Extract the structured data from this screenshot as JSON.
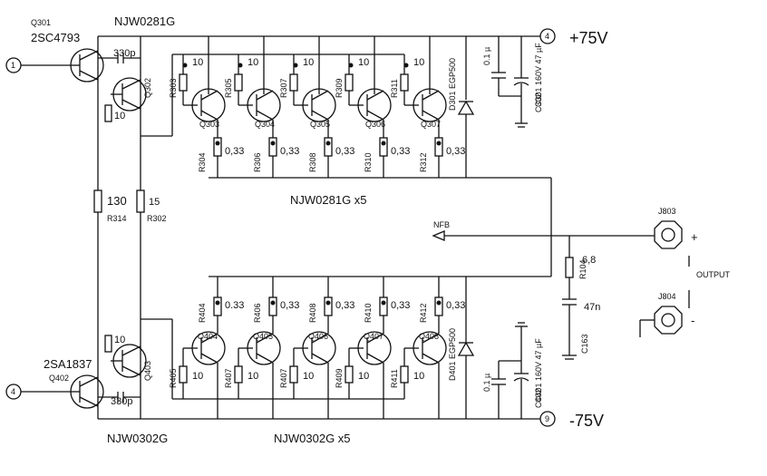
{
  "labels": {
    "q301_ref": "Q301",
    "q301_part": "2SC4793",
    "q302_part": "NJW0281G",
    "q302_ref": "Q302",
    "pos_rail": "+75V",
    "neg_rail": "-75V",
    "cap_330p_top": "330p",
    "cap_330p_bot": "330p",
    "r_10_top": "10",
    "r_10_bot": "10",
    "r314_val": "130",
    "r314_ref": "R314",
    "r302_val": "15",
    "r302_ref": "R302",
    "q402_part": "2SA1837",
    "q402_ref": "Q402",
    "q403_part": "NJW0302G",
    "q403_ref": "Q403",
    "top_array": "NJW0281G x5",
    "bot_array": "NJW0302G x5",
    "nfb": "NFB",
    "j803": "J803",
    "j804": "J804",
    "output": "OUTPUT",
    "plus": "+",
    "minus": "-",
    "r104_val": "6,8",
    "r104_ref": "R104",
    "c163_val": "47n",
    "c163_ref": "C163",
    "c301_ref": "C301 160V 47 µF",
    "c302_ref": "C302",
    "cap_01_top": "0.1 µ",
    "c401_ref": "C401 160V 47 µF",
    "c402_ref": "C402",
    "cap_01_bot": "0.1 µ",
    "d301": "D301 EGP500",
    "d401": "D401 EGP500",
    "node1": "1",
    "node4a": "4",
    "node4b": "4",
    "node9": "9"
  },
  "top_stages": [
    {
      "q": "Q303",
      "rb": "R303",
      "rb_val": "10",
      "re": "R304",
      "re_val": "0,33"
    },
    {
      "q": "Q304",
      "rb": "R305",
      "rb_val": "10",
      "re": "R306",
      "re_val": "0,33"
    },
    {
      "q": "Q305",
      "rb": "R307",
      "rb_val": "10",
      "re": "R308",
      "re_val": "0,33"
    },
    {
      "q": "Q306",
      "rb": "R309",
      "rb_val": "10",
      "re": "R310",
      "re_val": "0,33"
    },
    {
      "q": "Q307",
      "rb": "R311",
      "rb_val": "10",
      "re": "R312",
      "re_val": "0,33"
    }
  ],
  "bot_stages": [
    {
      "q": "Q404",
      "rb": "R405",
      "rb_val": "10",
      "re": "R404",
      "re_val": "0.33"
    },
    {
      "q": "Q405",
      "rb": "R407",
      "rb_val": "10",
      "re": "R406",
      "re_val": "0,33"
    },
    {
      "q": "Q406",
      "rb": "R407",
      "rb_val": "10",
      "re": "R408",
      "re_val": "0,33"
    },
    {
      "q": "Q407",
      "rb": "R409",
      "rb_val": "10",
      "re": "R410",
      "re_val": "0,33"
    },
    {
      "q": "Q408",
      "rb": "R411",
      "rb_val": "10",
      "re": "R412",
      "re_val": "0,33"
    }
  ]
}
